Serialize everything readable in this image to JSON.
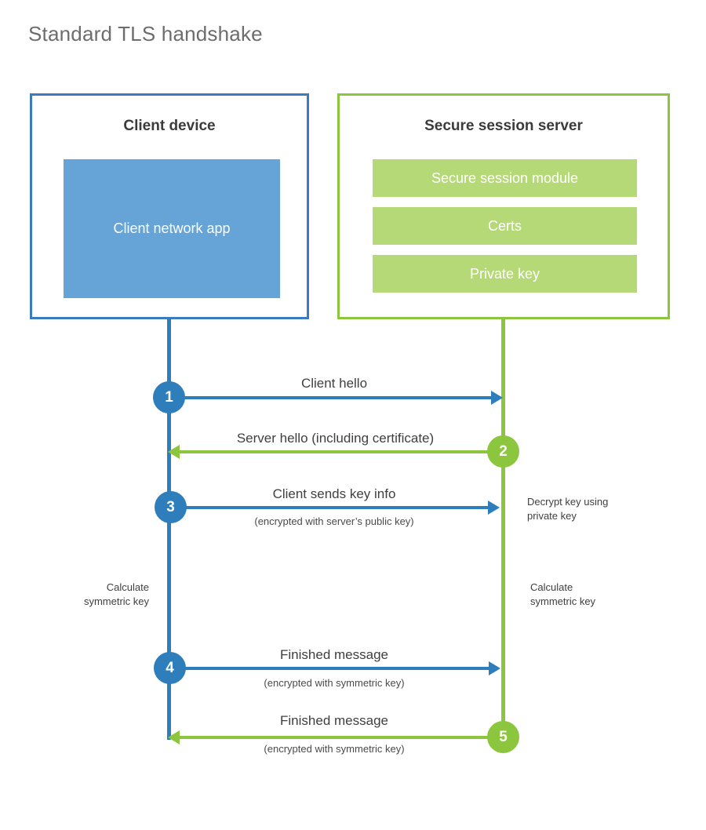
{
  "diagram": {
    "title": "Standard TLS handshake",
    "colors": {
      "client_accent": "#2E7EBB",
      "client_block_fill": "#66A3D6",
      "client_border": "#3C7BBF",
      "server_accent": "#8CC63E",
      "server_block_fill": "#B6D977",
      "server_border": "#8CC63E",
      "title_text": "#6d6d6d",
      "body_text": "#3f3f3f",
      "background": "#ffffff"
    },
    "participants": [
      {
        "id": "client",
        "title": "Client device",
        "blocks": [
          {
            "label": "Client network app"
          }
        ]
      },
      {
        "id": "server",
        "title": "Secure session server",
        "blocks": [
          {
            "label": "Secure session module"
          },
          {
            "label": "Certs"
          },
          {
            "label": "Private key"
          }
        ]
      }
    ],
    "steps": [
      {
        "number": "1",
        "label": "Client hello",
        "sublabel": "",
        "direction": "client-to-server",
        "color": "#2E7EBB"
      },
      {
        "number": "2",
        "label": "Server hello (including certificate)",
        "sublabel": "",
        "direction": "server-to-client",
        "color": "#8CC63E"
      },
      {
        "number": "3",
        "label": "Client sends key info",
        "sublabel": "(encrypted with server’s public key)",
        "direction": "client-to-server",
        "color": "#2E7EBB"
      },
      {
        "number": "4",
        "label": "Finished message",
        "sublabel": "(encrypted with symmetric key)",
        "direction": "client-to-server",
        "color": "#2E7EBB"
      },
      {
        "number": "5",
        "label": "Finished message",
        "sublabel": "(encrypted with symmetric key)",
        "direction": "server-to-client",
        "color": "#8CC63E"
      }
    ],
    "annotations": [
      {
        "id": "decrypt-key",
        "side": "right",
        "line1": "Decrypt key using",
        "line2": "private key"
      },
      {
        "id": "calc-symmetric-client",
        "side": "left",
        "line1": "Calculate",
        "line2": "symmetric key"
      },
      {
        "id": "calc-symmetric-server",
        "side": "right",
        "line1": "Calculate",
        "line2": "symmetric key"
      }
    ]
  }
}
